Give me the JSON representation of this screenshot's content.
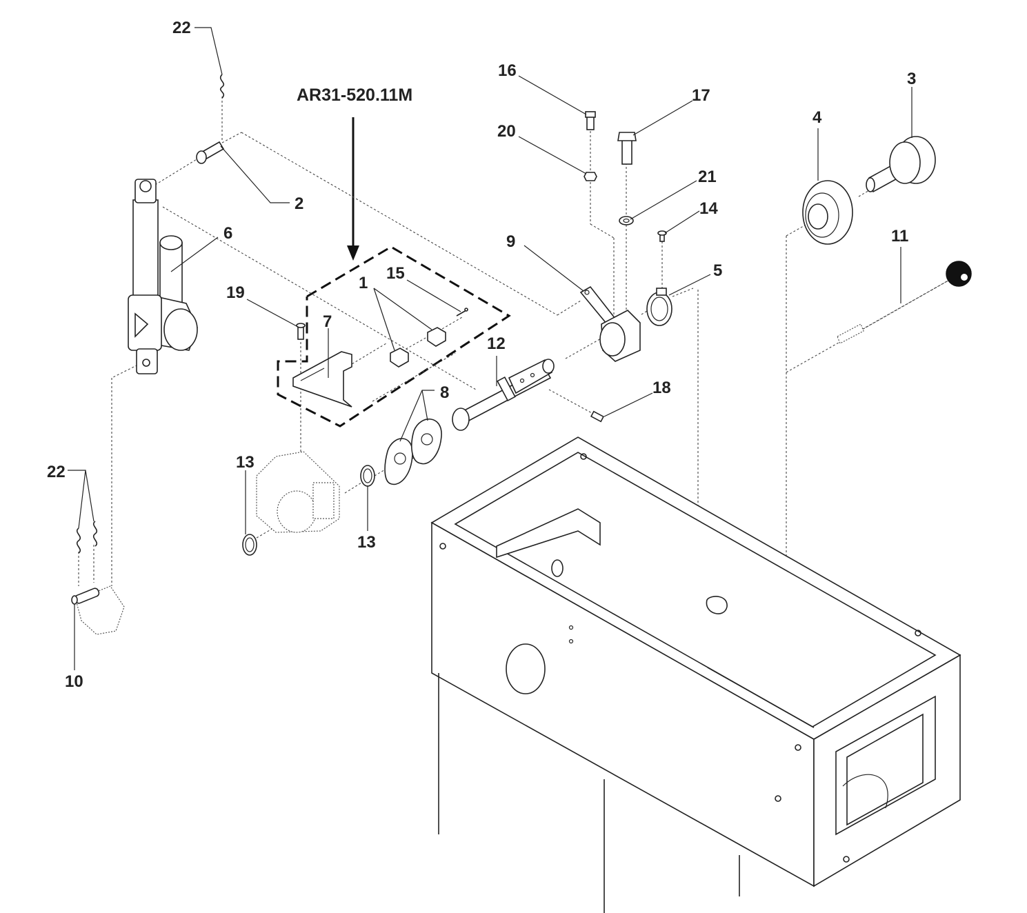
{
  "assembly": {
    "code": "AR31-520.11M"
  },
  "callouts": [
    {
      "id": "c22a",
      "text": "22"
    },
    {
      "id": "c2",
      "text": "2"
    },
    {
      "id": "c6",
      "text": "6"
    },
    {
      "id": "c19",
      "text": "19"
    },
    {
      "id": "c7",
      "text": "7"
    },
    {
      "id": "c1",
      "text": "1"
    },
    {
      "id": "c15",
      "text": "15"
    },
    {
      "id": "c16",
      "text": "16"
    },
    {
      "id": "c17",
      "text": "17"
    },
    {
      "id": "c20",
      "text": "20"
    },
    {
      "id": "c21",
      "text": "21"
    },
    {
      "id": "c14",
      "text": "14"
    },
    {
      "id": "c9",
      "text": "9"
    },
    {
      "id": "c5",
      "text": "5"
    },
    {
      "id": "c4",
      "text": "4"
    },
    {
      "id": "c3",
      "text": "3"
    },
    {
      "id": "c11",
      "text": "11"
    },
    {
      "id": "c12",
      "text": "12"
    },
    {
      "id": "c8",
      "text": "8"
    },
    {
      "id": "c18",
      "text": "18"
    },
    {
      "id": "c13a",
      "text": "13"
    },
    {
      "id": "c13b",
      "text": "13"
    },
    {
      "id": "c22b",
      "text": "22"
    },
    {
      "id": "c10",
      "text": "10"
    }
  ]
}
